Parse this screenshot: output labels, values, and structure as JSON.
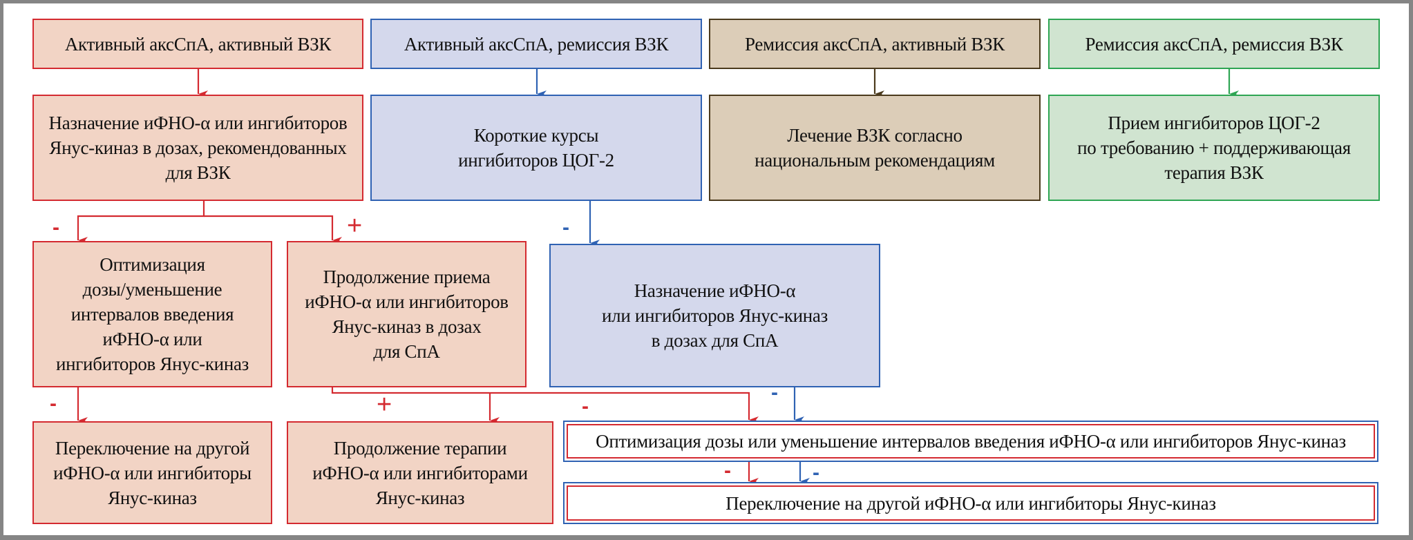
{
  "diagram": {
    "colors": {
      "red": "#d42a30",
      "red_fill": "#f2d4c5",
      "blue": "#2f62b3",
      "blue_fill": "#d4d8ec",
      "brown": "#4b3a1c",
      "brown_fill": "#dccdb8",
      "green": "#2ea553",
      "green_fill": "#d0e4d0"
    },
    "row1": {
      "active_active": "Активный аксСпА,  активный ВЗК",
      "active_remission": "Активный аксСпА, ремиссия ВЗК",
      "remission_active": "Ремиссия аксСпА, активный ВЗК",
      "remission_remission": "Ремиссия аксСпА, ремиссия ВЗК"
    },
    "row2": {
      "red": "Назначение иФНО-α или ингибиторов\nЯнус-киназ в дозах, рекомендованных\nдля ВЗК",
      "blue": "Короткие курсы\nингибиторов ЦОГ-2",
      "brown": "Лечение ВЗК согласно\nнациональным рекомендациям",
      "green": "Прием ингибиторов ЦОГ-2\nпо требованию + поддерживающая\nтерапия ВЗК"
    },
    "row3": {
      "red_left": "Оптимизация\nдозы/уменьшение\nинтервалов введения\nиФНО-α или\nингибиторов Янус-киназ",
      "red_right": "Продолжение приема\nиФНО-α или ингибиторов\nЯнус-киназ в дозах\nдля СпА",
      "blue": "Назначение иФНО-α\nили ингибиторов Янус-киназ\nв дозах для СпА"
    },
    "row4": {
      "red_left": "Переключение на другой\nиФНО-α или ингибиторы\nЯнус-киназ",
      "red_right": "Продолжение терапии\nиФНО-α или ингибиторами\nЯнус-киназ",
      "shared_optimize": "Оптимизация дозы или уменьшение интервалов введения иФНО-α или ингибиторов Янус-киназ",
      "shared_switch": "Переключение на другой иФНО-α или ингибиторы Янус-киназ"
    },
    "signs": {
      "minus": "-",
      "plus": "+"
    }
  }
}
